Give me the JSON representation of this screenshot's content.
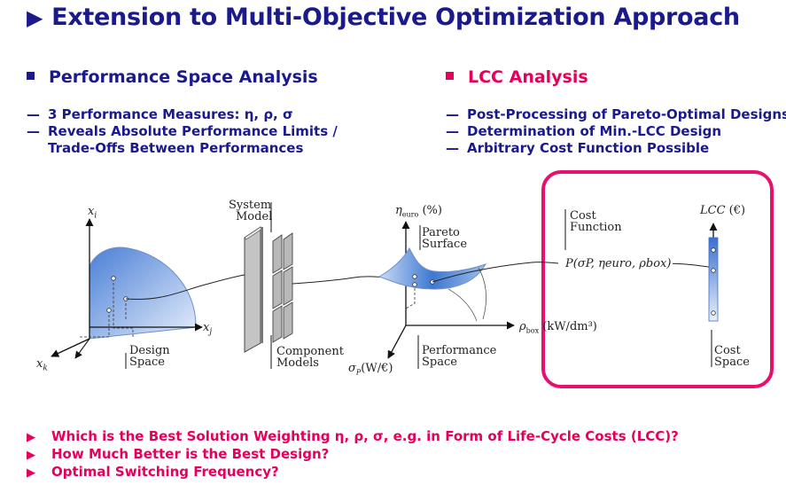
{
  "title": "Extension to Multi-Objective Optimization Approach",
  "left_section": {
    "heading": "Performance Space Analysis",
    "items": [
      {
        "lines": [
          "3 Performance Measures: η, ρ, σ"
        ]
      },
      {
        "lines": [
          "Reveals Absolute Performance Limits /",
          "Trade-Offs Between Performances"
        ]
      }
    ]
  },
  "right_section": {
    "heading": "LCC Analysis",
    "items": [
      "Post-Processing of Pareto-Optimal Designs",
      "Determination of Min.-LCC Design",
      "Arbitrary Cost Function Possible"
    ]
  },
  "questions": [
    "Which is the Best Solution  Weighting η, ρ, σ,  e.g. in Form of Life-Cycle Costs (LCC)?",
    "How Much Better is the Best Design?",
    "Optimal Switching Frequency?"
  ],
  "diagram": {
    "axis_xi": "x",
    "axis_xi_sub": "i",
    "axis_xj": "x",
    "axis_xj_sub": "j",
    "axis_xk": "x",
    "axis_xk_sub": "k",
    "design_space": [
      "Design",
      "Space"
    ],
    "system_model": [
      "System",
      "Model"
    ],
    "component_models": [
      "Component",
      "Models"
    ],
    "eta_axis_sym": "η",
    "eta_axis_sub": "euro",
    "eta_axis_unit": "(%)",
    "pareto_surface": [
      "Pareto",
      "Surface"
    ],
    "rho_axis_sym": "ρ",
    "rho_axis_sub": "box",
    "rho_axis_unit": "(kW/dm³)",
    "sigma_axis_sym": "σ",
    "sigma_axis_sub": "P",
    "sigma_axis_unit": "(W/€)",
    "performance_space": [
      "Performance",
      "Space"
    ],
    "cost_function": [
      "Cost",
      "Function"
    ],
    "p_function": "P(σP, ηeuro, ρbox)",
    "lcc_axis": "LCC",
    "lcc_unit": "(€)",
    "cost_space": [
      "Cost",
      "Space"
    ]
  },
  "colors": {
    "title_blue": "#1a1a8c",
    "accent_pink": "#e6005c",
    "surface_blue": "#4a7fd6"
  }
}
